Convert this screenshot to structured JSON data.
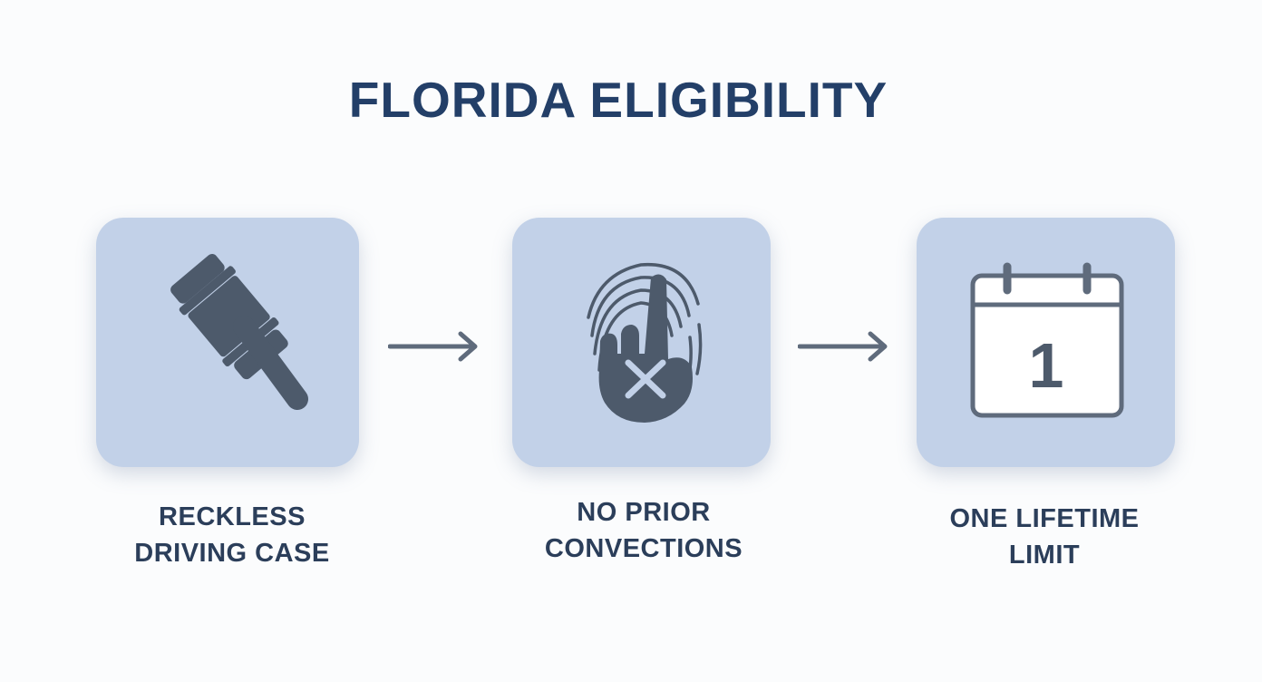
{
  "title": "FLORIDA ELIGIBILITY",
  "steps": [
    {
      "icon": "gavel-icon",
      "label_line1": "RECKLESS",
      "label_line2": "DRIVING CASE"
    },
    {
      "icon": "fingerprint-x-icon",
      "label_line1": "NO PRIOR",
      "label_line2": "CONVECTIONS"
    },
    {
      "icon": "calendar-icon",
      "label_line1": "ONE LIFETIME",
      "label_line2": "LIMIT",
      "calendar_number": "1"
    }
  ],
  "colors": {
    "title": "#233f68",
    "card": "#c2d1e8",
    "icon": "#4d5a6b",
    "arrow": "#5f6b7c",
    "label": "#2b3e5a"
  }
}
